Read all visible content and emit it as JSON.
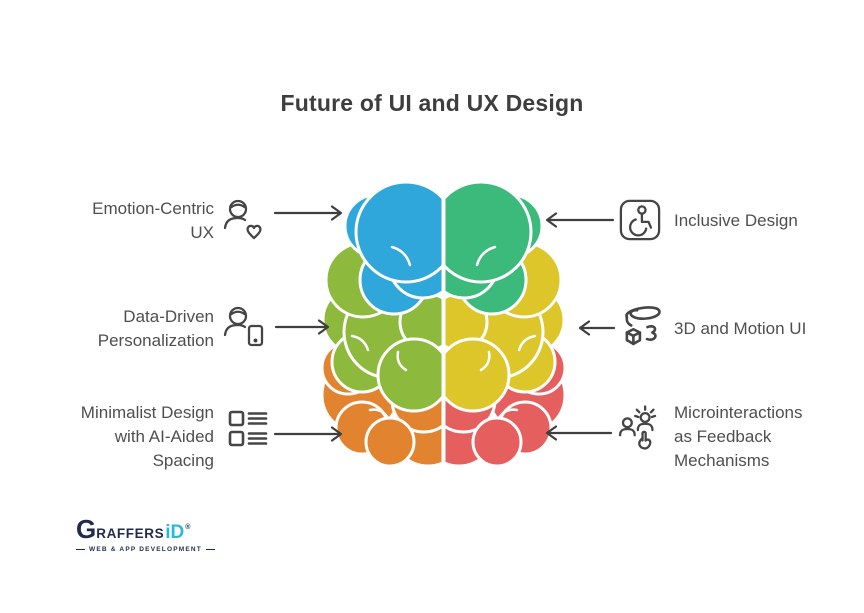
{
  "title": "Future of UI and UX Design",
  "colors": {
    "brain_blue": "#2fa7db",
    "brain_green": "#3cba7c",
    "brain_olive": "#8db93c",
    "brain_yellow": "#dcc62a",
    "brain_orange": "#e2842f",
    "brain_red": "#e65f5f",
    "arrow_gray": "#3f3f3f",
    "icon_gray": "#454545",
    "text_gray": "#4f4f4f",
    "title_gray": "#3e3e3e",
    "logo_navy": "#1e2b4d",
    "logo_cyan": "#2ab7d9"
  },
  "brain": {
    "left_lobes": [
      "blue",
      "olive",
      "orange"
    ],
    "right_lobes": [
      "green",
      "yellow",
      "red"
    ]
  },
  "left_items": [
    {
      "label": "Emotion-Centric UX",
      "lines": [
        "Emotion-Centric",
        "UX"
      ],
      "icon": "person-heart-icon"
    },
    {
      "label": "Data-Driven Personalization",
      "lines": [
        "Data-Driven",
        "Personalization"
      ],
      "icon": "person-phone-icon"
    },
    {
      "label": "Minimalist Design with AI-Aided Spacing",
      "lines": [
        "Minimalist Design",
        "with AI-Aided",
        "Spacing"
      ],
      "icon": "layout-list-icon"
    }
  ],
  "right_items": [
    {
      "label": "Inclusive Design",
      "lines": [
        "Inclusive Design"
      ],
      "icon": "accessibility-icon"
    },
    {
      "label": "3D and Motion UI",
      "lines": [
        "3D and Motion UI"
      ],
      "icon": "3d-rotation-icon"
    },
    {
      "label": "Microinteractions as Feedback Mechanisms",
      "lines": [
        "Microinteractions",
        "as Feedback",
        "Mechanisms"
      ],
      "icon": "people-tap-icon"
    }
  ],
  "logo": {
    "g": "G",
    "rest": "RAFFERS",
    "id": "iD",
    "registered": "®",
    "tagline": "WEB & APP DEVELOPMENT"
  }
}
